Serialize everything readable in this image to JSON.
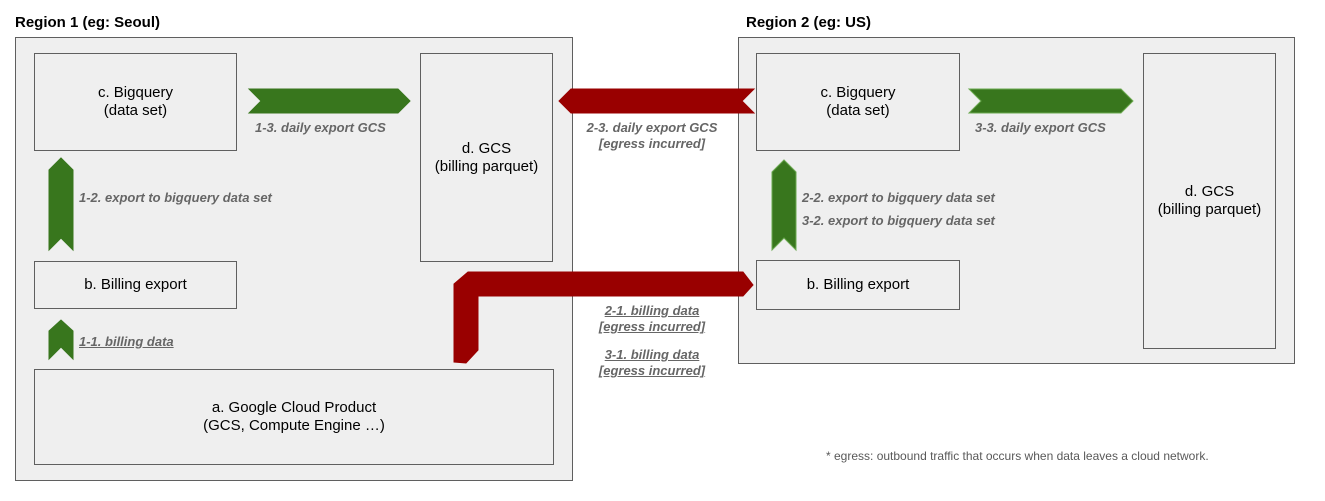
{
  "colors": {
    "green": "#38761d",
    "red": "#990000",
    "panel": "#efefef",
    "border": "#5f5f5f",
    "label": "#666666"
  },
  "region1": {
    "title": "Region 1 (eg: Seoul)",
    "bigquery": "c. Bigquery\n(data set)",
    "gcs": "d. GCS\n(billing parquet)",
    "billing_export": "b. Billing export",
    "product": "a. Google Cloud Product\n(GCS, Compute Engine …)",
    "label_1_1": "1-1. billing data",
    "label_1_2": "1-2. export to bigquery data set",
    "label_1_3": "1-3. daily export GCS"
  },
  "region2": {
    "title": "Region 2 (eg: US)",
    "bigquery": "c. Bigquery\n(data set)",
    "gcs": "d. GCS\n(billing parquet)",
    "billing_export": "b. Billing export",
    "label_2_2": "2-2. export to bigquery data set",
    "label_3_2": "3-2. export to bigquery data set",
    "label_3_3": "3-3. daily export GCS"
  },
  "cross": {
    "label_2_3_a": "2-3. daily export GCS",
    "label_2_3_b": "[egress incurred]",
    "label_2_1_a": "2-1. billing data",
    "label_2_1_b": "[egress incurred]",
    "label_3_1_a": "3-1. billing data",
    "label_3_1_b": "[egress incurred]"
  },
  "footnote": "* egress: outbound traffic that occurs when data leaves a cloud network."
}
